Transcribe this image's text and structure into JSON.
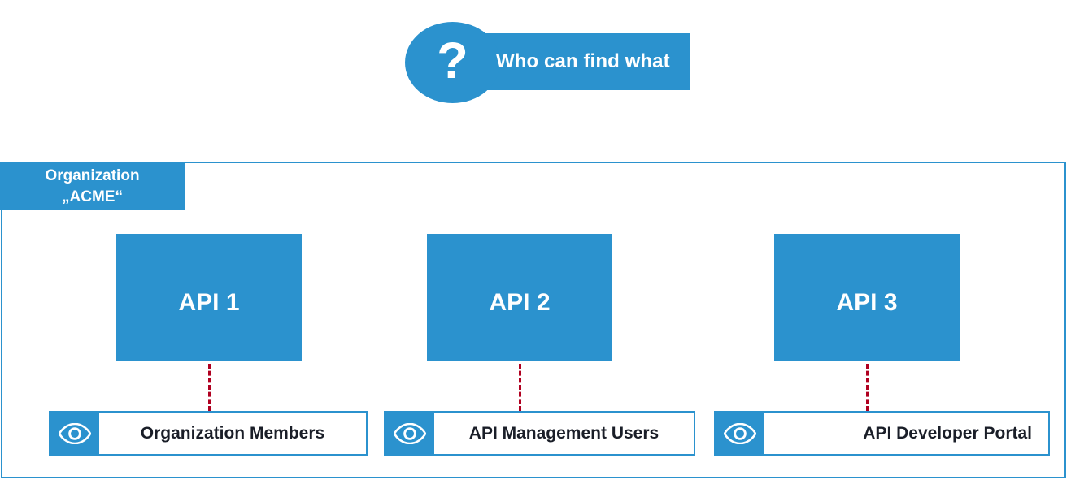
{
  "callout": {
    "icon": "question-mark-icon",
    "symbol": "?",
    "title": "Who can find what",
    "color": "#2B92CE"
  },
  "organization": {
    "label_line1": "Organization",
    "label_line2": "„ACME“",
    "border_color": "#2B92CE",
    "tab_color": "#2B92CE"
  },
  "apis": [
    {
      "name": "API 1",
      "color": "#2B92CE"
    },
    {
      "name": "API 2",
      "color": "#2B92CE"
    },
    {
      "name": "API 3",
      "color": "#2B92CE"
    }
  ],
  "connectors": {
    "color": "#B00020",
    "style": "dashed"
  },
  "audiences": [
    {
      "icon": "eye-icon",
      "label": "Organization Members",
      "align": "center"
    },
    {
      "icon": "eye-icon",
      "label": "API Management Users",
      "align": "center"
    },
    {
      "icon": "eye-icon",
      "label": "API Developer Portal",
      "align": "right"
    }
  ]
}
